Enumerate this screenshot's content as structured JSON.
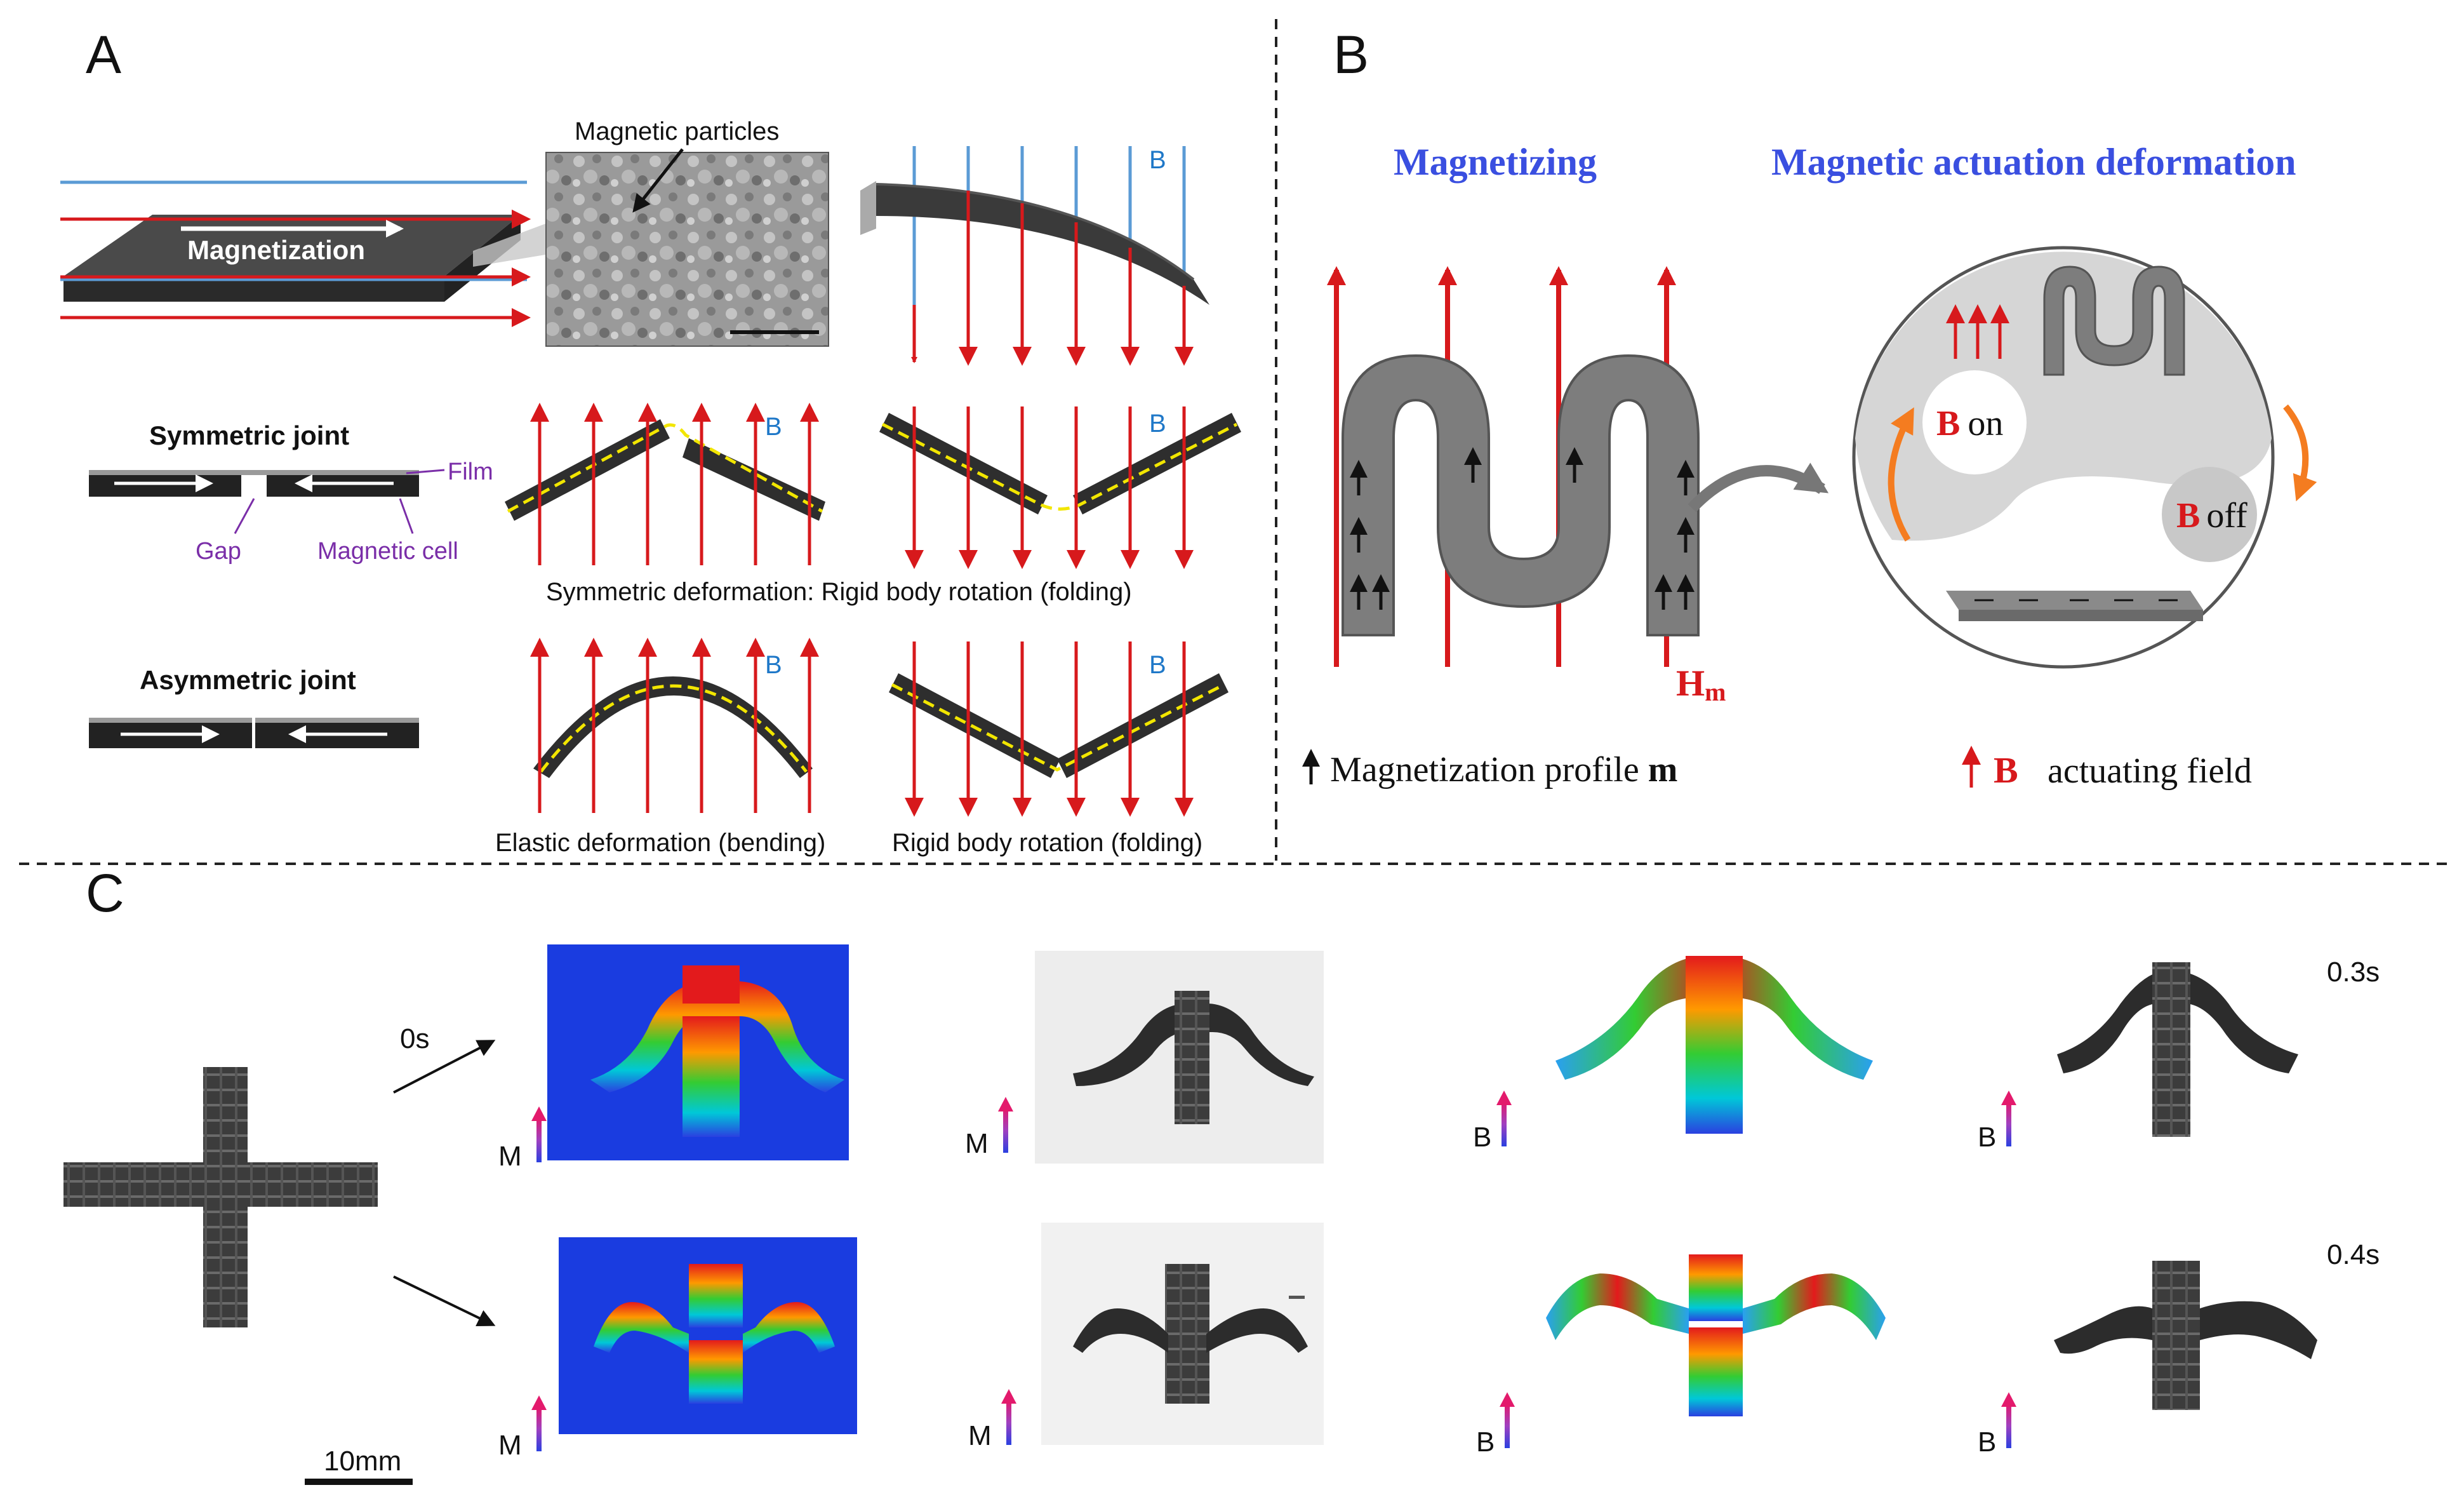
{
  "panel_labels": {
    "a": "A",
    "b": "B",
    "c": "C"
  },
  "panel_a": {
    "magnetization_label": "Magnetization",
    "magnetic_particles_label": "Magnetic particles",
    "field_label": "B",
    "symmetric_joint": {
      "title": "Symmetric joint",
      "film": "Film",
      "gap": "Gap",
      "magnetic_cell": "Magnetic cell",
      "caption": "Symmetric deformation: Rigid body rotation (folding)"
    },
    "asymmetric_joint": {
      "title": "Asymmetric joint",
      "caption_bending": "Elastic deformation (bending)",
      "caption_folding": "Rigid body rotation (folding)"
    }
  },
  "panel_b": {
    "title_left": "Magnetizing",
    "title_right": "Magnetic actuation deformation",
    "hm_label": "H",
    "hm_sub": "m",
    "b_on": "on",
    "b_off": "off",
    "b_letter": "B",
    "legend_profile_text": "Magnetization profile",
    "legend_profile_symbol": "m",
    "legend_field_text": "actuating field",
    "legend_field_symbol": "B"
  },
  "panel_c": {
    "time_0": "0s",
    "time_03": "0.3s",
    "time_04": "0.4s",
    "scale_bar": "10mm",
    "m_label": "M",
    "b_label": "B"
  },
  "colors": {
    "field_red": "#d7191c",
    "field_blue": "#5b9bd5",
    "title_blue": "#3a4fe0",
    "purple": "#7a2ea8",
    "orange": "#f47c20",
    "film_yellow": "#f2e600",
    "dark_gray": "#3a3a3a",
    "sim_blue": "#1a3ce0"
  }
}
